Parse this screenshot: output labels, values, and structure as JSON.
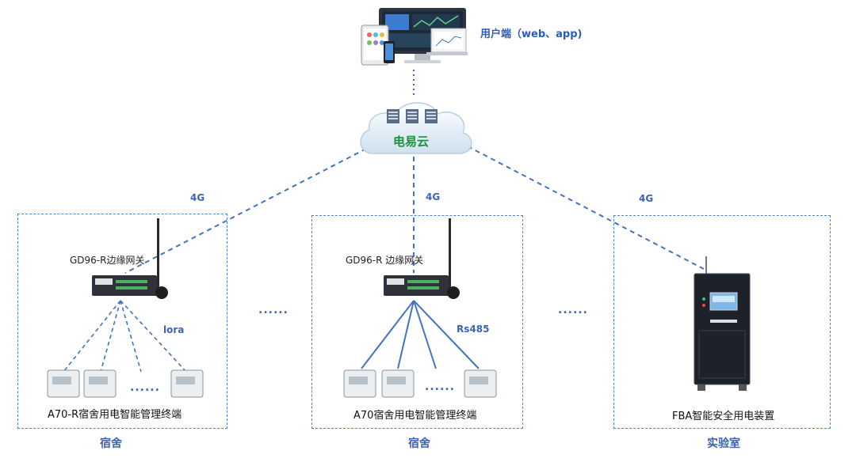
{
  "top": {
    "client_label": "用户端（web、app)",
    "cloud_label": "电易云"
  },
  "links": {
    "left": "4G",
    "middle": "4G",
    "right": "4G"
  },
  "dorm1": {
    "gateway_label": "GD96-R边缘网关",
    "protocol": "lora",
    "terminal_label": "A70-R宿舍用电智能管理终端",
    "title": "宿舍"
  },
  "dorm2": {
    "gateway_label": "GD96-R 边缘网关",
    "protocol": "Rs485",
    "terminal_label": "A70宿舍用电智能管理终端",
    "title": "宿舍"
  },
  "lab": {
    "device_label": "FBA智能安全用电装置",
    "title": "实验室"
  },
  "separator": {
    "ellipsis_between": "......",
    "ellipsis_inner": "......"
  },
  "colors": {
    "accent_blue": "#3d63b3",
    "cloud_green": "#1e8f3a",
    "box_border": "#4a86c8"
  }
}
